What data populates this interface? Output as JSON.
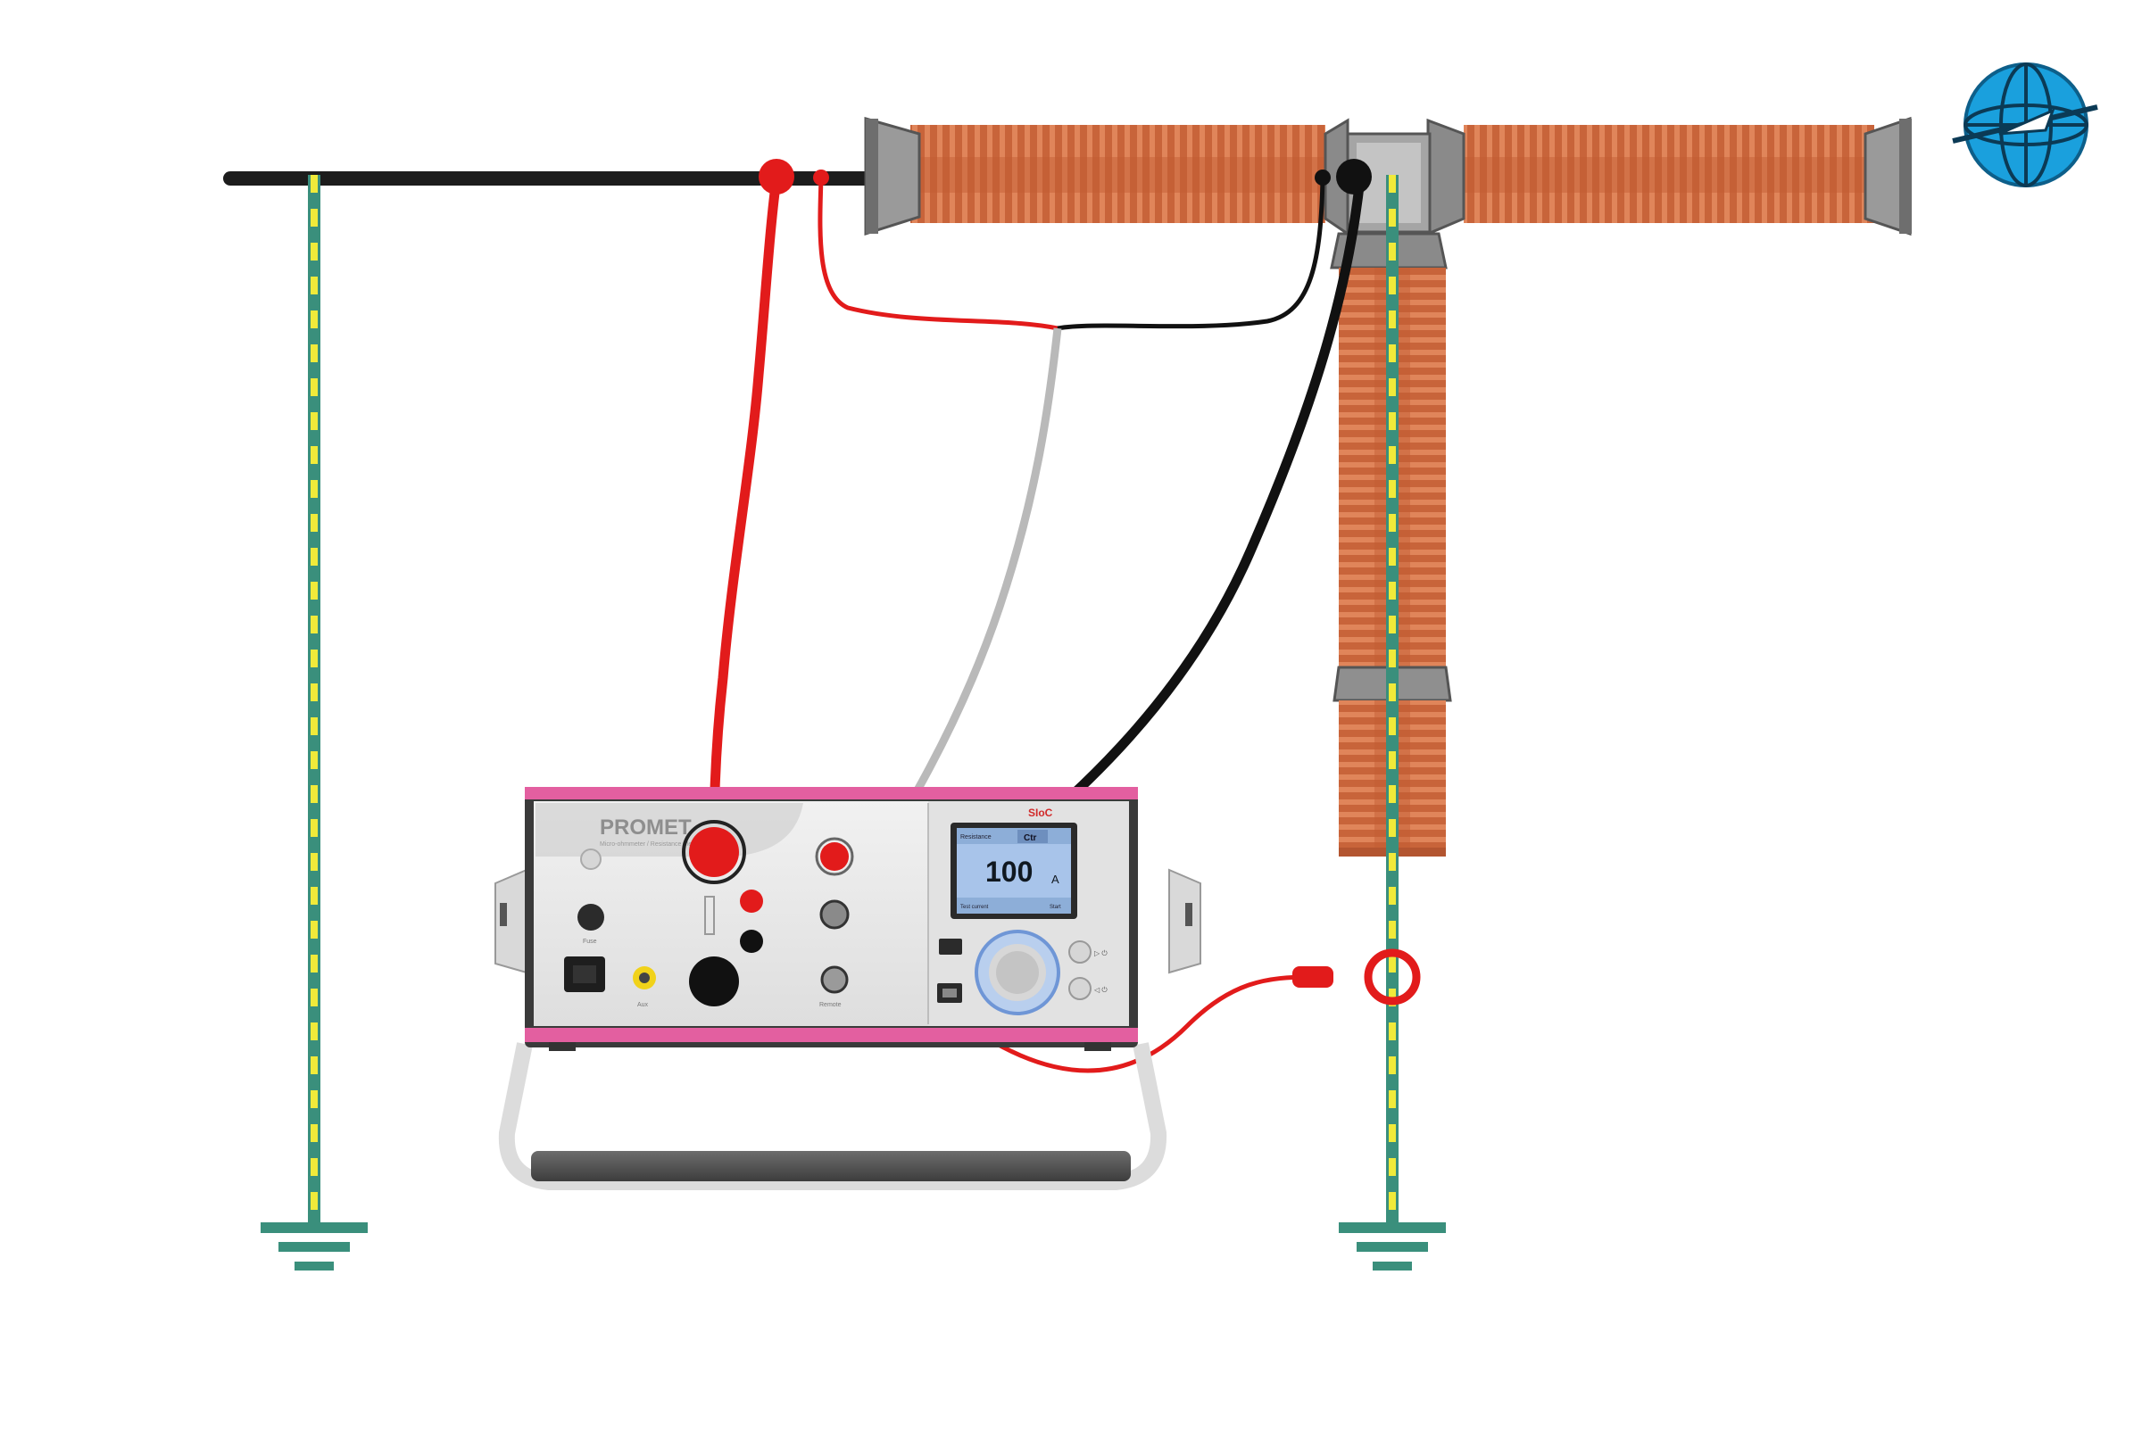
{
  "device": {
    "brand": "PROMET",
    "subtitle": "Micro-ohmmeter / Resistance Meter",
    "maker": "SIoC",
    "screen": {
      "header_left": "Resistance",
      "mode": "Ctr",
      "value": "100",
      "unit": "A",
      "footer_left": "Test current",
      "footer_right": "Start"
    },
    "labels": {
      "fuse": "Fuse",
      "aux": "Aux",
      "remote": "Remote",
      "nav_right": "▷ ⏻",
      "nav_right2": "◁ ⏻"
    }
  },
  "colors": {
    "busbar": "#1c1c1c",
    "insulator": "#c8643a",
    "insulator_fin": "#dd7a4a",
    "flange": "#8a8a8a",
    "earth_green": "#3a8f7c",
    "earth_yellow": "#f0ea3a",
    "lead_red": "#e21b1b",
    "lead_black": "#111111",
    "lead_grey": "#b9b9b9",
    "device_frame": "#e35fa0",
    "device_panel": "#e9e9e9",
    "screen_bg": "#a8c4ea",
    "logo_blue": "#1aa0dd"
  },
  "icons": {
    "logo": "globe-emblem-icon",
    "ground": "ground-symbol-icon"
  }
}
